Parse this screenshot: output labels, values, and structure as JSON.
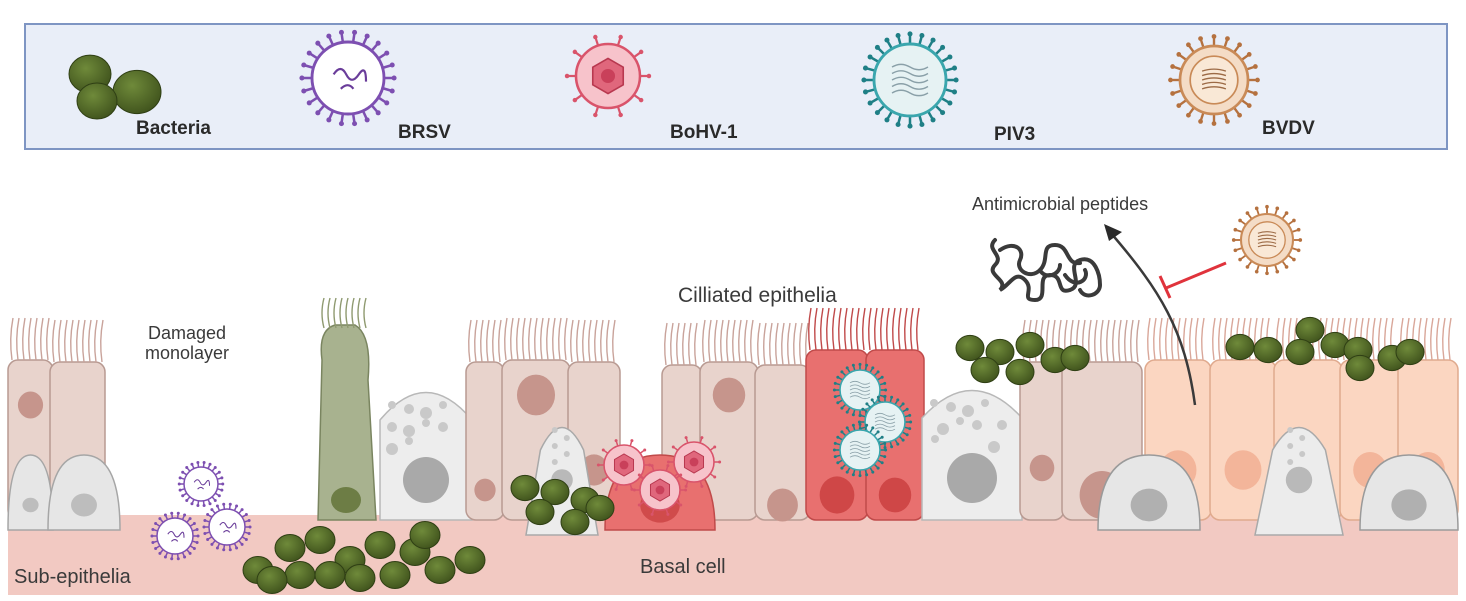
{
  "legend": {
    "items": [
      {
        "id": "bacteria",
        "label": "Bacteria"
      },
      {
        "id": "brsv",
        "label": "BRSV"
      },
      {
        "id": "bohv1",
        "label": "BoHV-1"
      },
      {
        "id": "piv3",
        "label": "PIV3"
      },
      {
        "id": "bvdv",
        "label": "BVDV"
      }
    ]
  },
  "labels": {
    "damaged_monolayer": "Damaged\nmonolayer",
    "ciliated_epithelia": "Cilliated epithelia",
    "antimicrobial_peptides": "Antimicrobial peptides",
    "sub_epithelia": "Sub-epithelia",
    "basal_cell": "Basal cell"
  },
  "colors": {
    "legend_bg": "#e9eef8",
    "legend_border": "#7e95c3",
    "bacteria": "#556b2a",
    "brsv": "#7d4fb1",
    "bohv1": "#d9546b",
    "piv3": "#3aa6ad",
    "bvdv": "#c98a57",
    "tissue_bg": "#f2c9c2",
    "inhibit": "#e0333c"
  }
}
